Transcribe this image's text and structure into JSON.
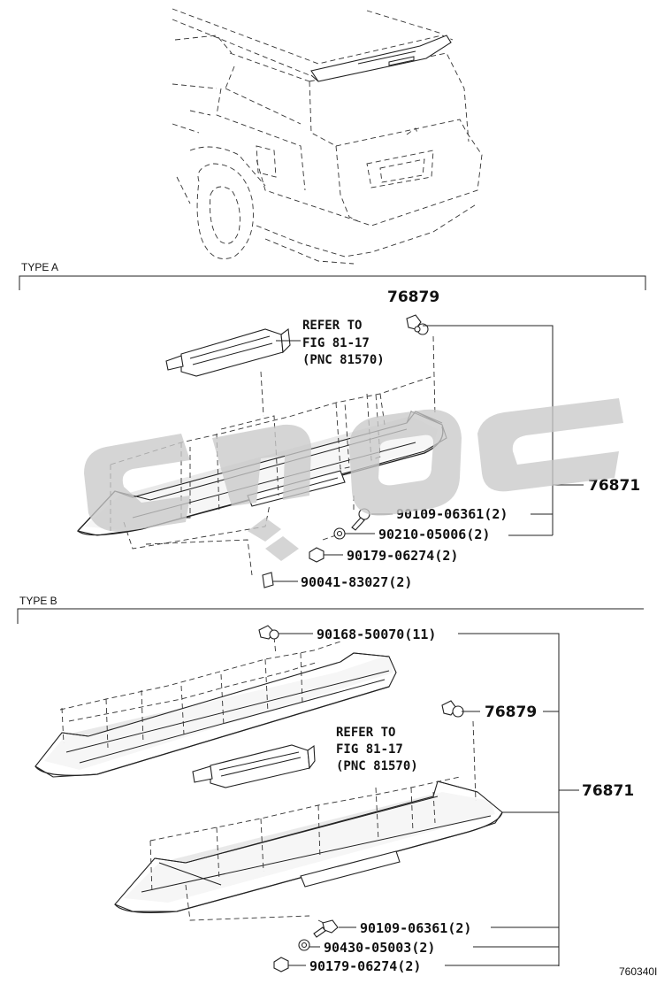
{
  "sections": {
    "type_a": "TYPE A",
    "type_b": "TYPE B"
  },
  "refer": {
    "a": [
      "REFER TO",
      "FIG 81-17",
      "(PNC 81570)"
    ],
    "b": [
      "REFER TO",
      "FIG 81-17",
      "(PNC 81570)"
    ]
  },
  "parts_a": {
    "clip_top": "76879",
    "spoiler": "76871",
    "screw": "90109-06361(2)",
    "washer": "90210-05006(2)",
    "nut": "90179-06274(2)",
    "clip_bottom": "90041-83027(2)"
  },
  "parts_b": {
    "clip_row": "90168-50070(11)",
    "clip_top": "76879",
    "spoiler": "76871",
    "screw": "90109-06361(2)",
    "washer": "90430-05003(2)",
    "nut": "90179-06274(2)"
  },
  "figure_code": "760340I",
  "colors": {
    "line": "#222222",
    "watermark": "#c9c9c9"
  }
}
